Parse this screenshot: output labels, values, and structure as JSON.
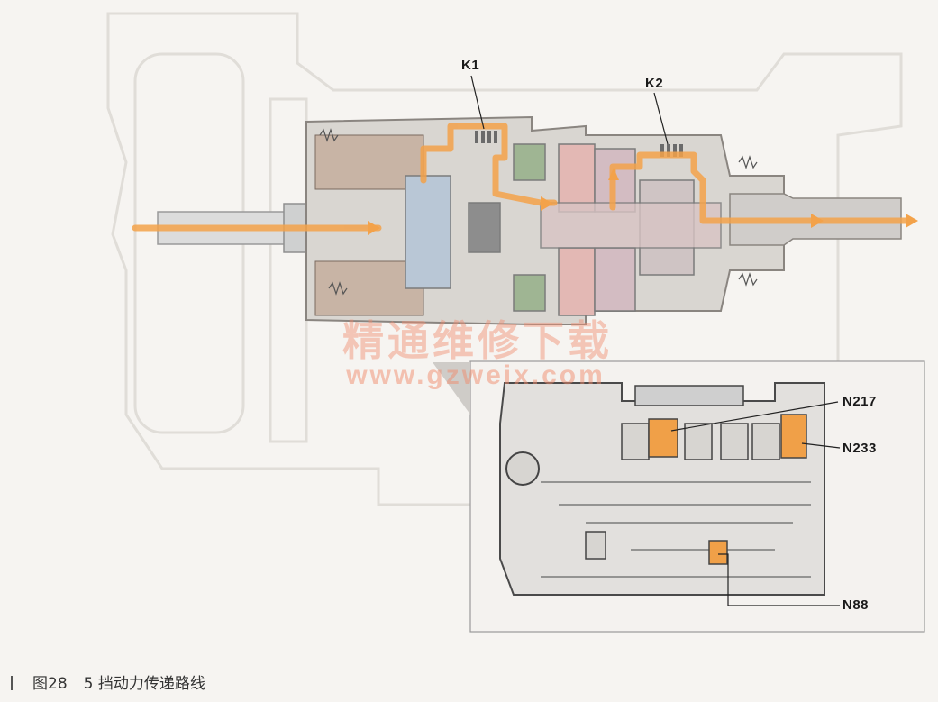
{
  "labels": {
    "k1": "K1",
    "k2": "K2",
    "n217": "N217",
    "n233": "N233",
    "n88": "N88"
  },
  "watermark": {
    "line1": "精通维修下载",
    "line2": "www.gzweix.com"
  },
  "caption": {
    "figure": "图28",
    "text": "5 挡动力传递路线"
  },
  "colors": {
    "flow": "#f3a24a",
    "housing": "#d9d6d1",
    "gear_pink": "#e3b8b4",
    "gear_blue": "#b9c7d6",
    "clutch_green": "#9fb593",
    "solenoid": "#f0a048"
  }
}
